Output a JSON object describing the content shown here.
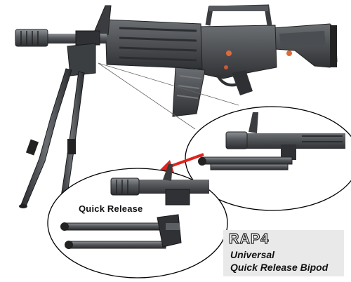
{
  "inset": {
    "label": "Quick Release"
  },
  "brand": {
    "logo": "RAP4",
    "line1": "Universal",
    "line2": "Quick Release Bipod"
  },
  "colors": {
    "metal_dark": "#3a3c3f",
    "metal_mid": "#5b5e62",
    "metal_light": "#8a8d91",
    "accent_arrow": "#e0231d",
    "accent_orange": "#e06a3a",
    "brand_box": "#e9e9e9"
  }
}
